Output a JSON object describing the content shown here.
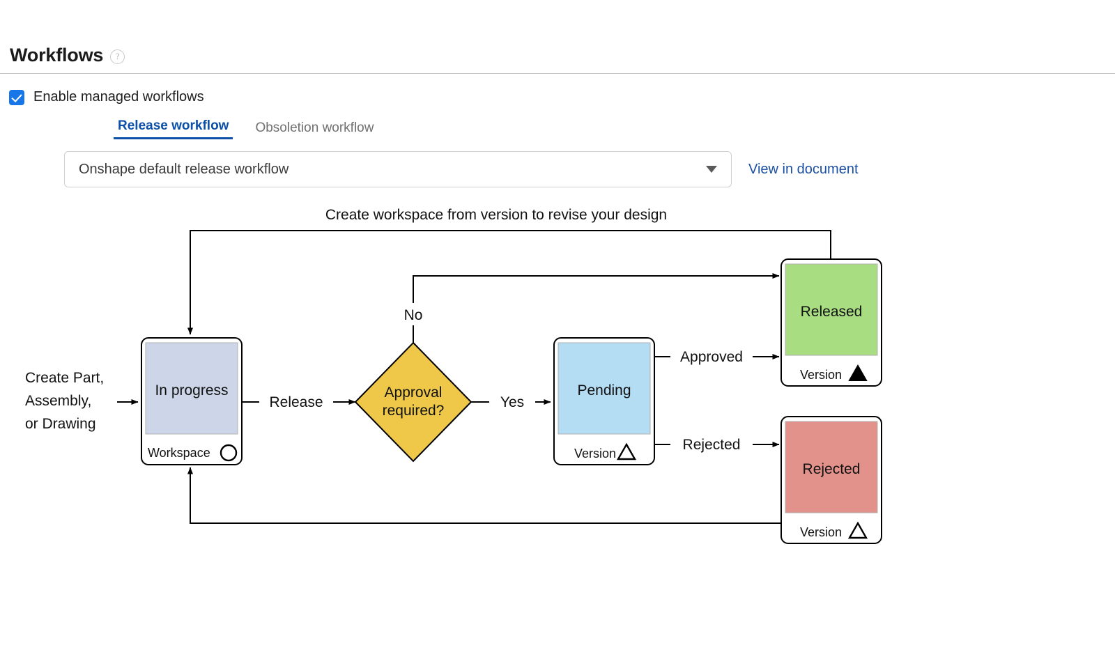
{
  "header": {
    "title": "Workflows",
    "help_icon": "question-mark-icon"
  },
  "enable_checkbox": {
    "label": "Enable managed workflows",
    "checked": true,
    "accent": "#1877e8"
  },
  "tabs": [
    {
      "label": "Release workflow",
      "active": true
    },
    {
      "label": "Obsoletion workflow",
      "active": false
    }
  ],
  "workflow_select": {
    "value": "Onshape default release workflow",
    "caret_icon": "chevron-down-icon"
  },
  "view_in_document_link": "View in document",
  "diagram": {
    "caption": "Create workspace from version to revise your design",
    "entry_label": [
      "Create Part,",
      "Assembly,",
      "or Drawing"
    ],
    "nodes": [
      {
        "id": "in-progress",
        "title": "In progress",
        "footer": "Workspace",
        "footer_glyph": "circle-outline-icon",
        "fill": "#ccd6e8"
      },
      {
        "id": "approval-required",
        "title_line1": "Approval",
        "title_line2": "required?",
        "shape": "diamond",
        "fill": "#efc84a"
      },
      {
        "id": "pending",
        "title": "Pending",
        "footer": "Version",
        "footer_glyph": "triangle-outline-icon",
        "fill": "#b4dcf3"
      },
      {
        "id": "released",
        "title": "Released",
        "footer": "Version",
        "footer_glyph": "triangle-filled-icon",
        "fill": "#a8dd82"
      },
      {
        "id": "rejected",
        "title": "Rejected",
        "footer": "Version",
        "footer_glyph": "triangle-outline-icon",
        "fill": "#e3918b"
      }
    ],
    "edge_labels": {
      "release": "Release",
      "no": "No",
      "yes": "Yes",
      "approved": "Approved",
      "rejected": "Rejected"
    }
  }
}
